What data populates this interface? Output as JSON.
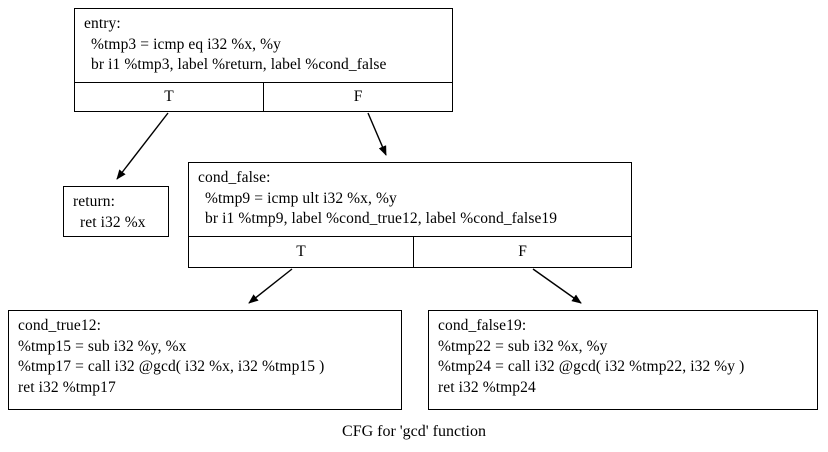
{
  "graph": {
    "caption": "CFG for 'gcd' function",
    "function_name": "gcd",
    "background_color": "#ffffff",
    "node_border_color": "#000000",
    "text_color": "#000000",
    "edge_color": "#000000"
  },
  "nodes": {
    "entry": {
      "label": "entry:",
      "lines": [
        "%tmp3 = icmp eq i32 %x, %y",
        "br i1 %tmp3, label %return, label %cond_false"
      ],
      "ports": {
        "true": "T",
        "false": "F"
      }
    },
    "return": {
      "label": "return:",
      "lines": [
        "ret i32 %x"
      ]
    },
    "cond_false": {
      "label": "cond_false:",
      "lines": [
        "%tmp9 = icmp ult i32 %x, %y",
        "br i1 %tmp9, label %cond_true12, label %cond_false19"
      ],
      "ports": {
        "true": "T",
        "false": "F"
      }
    },
    "cond_true12": {
      "label": "cond_true12:",
      "lines": [
        "%tmp15 = sub i32 %y, %x",
        "%tmp17 = call i32 @gcd( i32 %x, i32 %tmp15 )",
        "ret i32 %tmp17"
      ]
    },
    "cond_false19": {
      "label": "cond_false19:",
      "lines": [
        "%tmp22 = sub i32 %x, %y",
        "%tmp24 = call i32 @gcd( i32 %tmp22, i32 %y )",
        "ret i32 %tmp24"
      ]
    }
  },
  "edges": [
    {
      "from": "entry:T",
      "to": "return"
    },
    {
      "from": "entry:F",
      "to": "cond_false"
    },
    {
      "from": "cond_false:T",
      "to": "cond_true12"
    },
    {
      "from": "cond_false:F",
      "to": "cond_false19"
    }
  ]
}
